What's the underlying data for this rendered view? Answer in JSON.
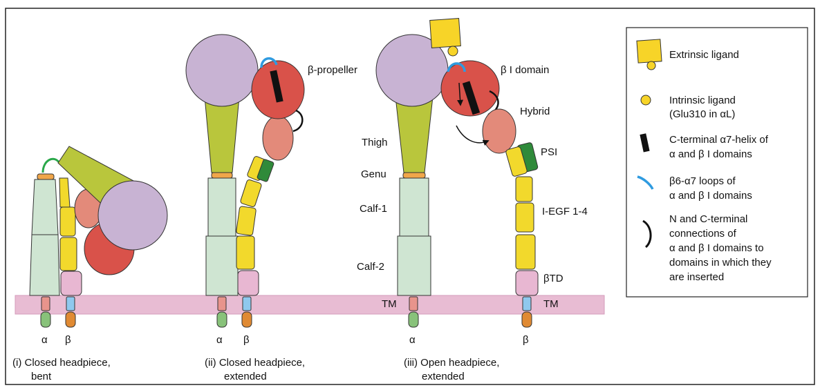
{
  "structure_labels": {
    "beta_propeller": "β-propeller",
    "beta_i_domain": "β I domain",
    "hybrid": "Hybrid",
    "thigh": "Thigh",
    "psi": "PSI",
    "genu": "Genu",
    "calf1": "Calf-1",
    "iegf": "I-EGF 1-4",
    "calf2": "Calf-2",
    "btd": "βTD",
    "tm_left": "TM",
    "tm_right": "TM"
  },
  "subunit_labels": {
    "alpha": "α",
    "beta": "β"
  },
  "captions": [
    {
      "line1": "(i) Closed headpiece,",
      "line2": "bent"
    },
    {
      "line1": "(ii) Closed headpiece,",
      "line2": "extended"
    },
    {
      "line1": "(iii) Open headpiece,",
      "line2": "extended"
    }
  ],
  "legend": {
    "extrinsic": "Extrinsic ligand",
    "intrinsic_1": "Intrinsic ligand",
    "intrinsic_2": "(Glu310 in αL)",
    "helix_1": "C-terminal α7-helix of",
    "helix_2": "α and β I domains",
    "loops_1": "β6-α7 loops of",
    "loops_2": "α and β I domains",
    "conn_1": "N and C-terminal",
    "conn_2": "connections of",
    "conn_3": "α and β I domains to",
    "conn_4": "domains in which they",
    "conn_5": "are inserted"
  },
  "colors": {
    "propeller": "#c8b3d3",
    "thigh": "#b9c63c",
    "genu": "#f0a64a",
    "calf": "#cfe5d2",
    "beta_i": "#d9524a",
    "hybrid": "#e38a7a",
    "psi": "#2f8a3a",
    "iegf": "#f2d92c",
    "btd": "#e8b7d2",
    "membrane": "#e8bcd3",
    "tm_alpha": "#e8948c",
    "tm_beta": "#8fc8ee",
    "cyto_alpha": "#88c27a",
    "cyto_beta": "#e08a33",
    "loop": "#2f9be0",
    "green_loop": "#2aa84a",
    "ligand": "#f7d428"
  }
}
